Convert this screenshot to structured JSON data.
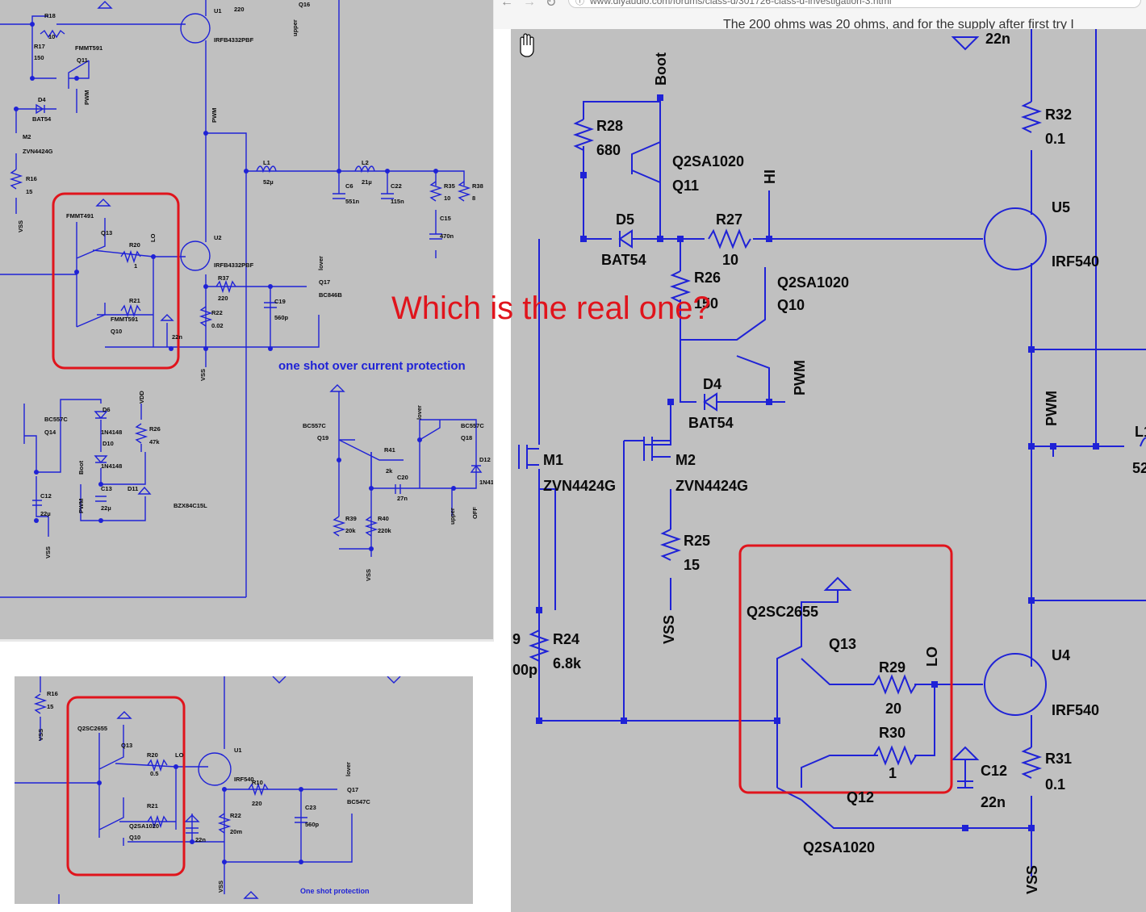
{
  "browser": {
    "url": "www.diyaudio.com/forums/class-d/301726-class-d-investigation-3.html",
    "page_text": "The 200 ohms was 20 ohms, and for the supply after first try I"
  },
  "question": "Which is the real one?",
  "colors": {
    "wire": "#1f22d6",
    "highlight": "#e0141c",
    "canvas": "#c0c0c0"
  },
  "top_left": {
    "labels": {
      "r18": "R18",
      "r18v": "10",
      "r17": "R17",
      "r17v": "150",
      "fmmt591a": "FMMT591",
      "q11": "Q11",
      "pwm_a": "PWM",
      "d4": "D4",
      "bat54": "BAT54",
      "m2": "M2",
      "zvn": "ZVN4424G",
      "r16": "R16",
      "r16v": "15",
      "vss_a": "VSS",
      "u1": "U1",
      "irfb_a": "IRFB4332PBF",
      "r220": "220",
      "q16": "Q16",
      "upper_a": "upper",
      "pwm_b": "PWM",
      "l1": "L1",
      "l1v": "52µ",
      "l2": "L2",
      "l2v": "21µ",
      "c6": "C6",
      "c6v": "551n",
      "c22": "C22",
      "c22v": "115n",
      "r35": "R35",
      "r35v": "10",
      "r38": "R38",
      "r38v": "8",
      "c15": "C15",
      "c15v": "470n",
      "fmmt491": "FMMT491",
      "q13": "Q13",
      "r20": "R20",
      "r20v": "1",
      "lo": "LO",
      "r21": "R21",
      "fmmt591b": "FMMT591",
      "q10": "Q10",
      "c9v": "22n",
      "u2": "U2",
      "irfb_b": "IRFB4332PBF",
      "r37": "R37",
      "r37v": "220",
      "r22": "R22",
      "r22v": "0.02",
      "c19": "C19",
      "c19v": "560p",
      "q17": "Q17",
      "bc846b": "BC846B",
      "lover_a": "lover",
      "vss_b": "VSS",
      "osocp": "one shot over current protection",
      "bc557c_a": "BC557C",
      "q14": "Q14",
      "d6": "D6",
      "n4148a": "1N4148",
      "d10": "D10",
      "n4148b": "1N4148",
      "boot_a": "Boot",
      "c13": "C13",
      "c13v": "22µ",
      "d11": "D11",
      "vdd": "VDD",
      "r26": "R26",
      "r26v": "47k",
      "bzx": "BZX84C15L",
      "c12": "C12",
      "c12v": "22µ",
      "vss_c": "VSS",
      "pwm_c": "PWM",
      "bc557c_b": "BC557C",
      "q19": "Q19",
      "r41": "R41",
      "r41v": "2k",
      "c20": "C20",
      "c20v": "27n",
      "lover_b": "lover",
      "bc557c_c": "BC557C",
      "q18": "Q18",
      "d12": "D12",
      "n41": "1N41",
      "r39": "R39",
      "r39v": "20k",
      "r40": "R40",
      "r40v": "220k",
      "vss_d": "VSS",
      "upper_b": "upper",
      "off": "OFF"
    }
  },
  "bottom_left": {
    "labels": {
      "r16": "R16",
      "r16v": "15",
      "vss_a": "VSS",
      "q2sc2655": "Q2SC2655",
      "q13": "Q13",
      "r20": "R20",
      "r20v": "0.5",
      "lo": "LO",
      "u1": "U1",
      "irf540": "IRF540",
      "r10": "R10",
      "r10v": "220",
      "r21": "R21",
      "q2sa1020": "Q2SA1020",
      "q10": "Q10",
      "c9v": "22n",
      "r22": "R22",
      "r22v": "20m",
      "c23": "C23",
      "c23v": "560p",
      "q17": "Q17",
      "bc547c": "BC547C",
      "lover": "lover",
      "vss_b": "VSS",
      "osp": "One shot protection"
    }
  },
  "right": {
    "labels": {
      "c22n_top": "22n",
      "boot": "Boot",
      "r28": "R28",
      "r28v": "680",
      "q2sa1020_a": "Q2SA1020",
      "q11": "Q11",
      "hi": "HI",
      "d5": "D5",
      "bat54_a": "BAT54",
      "r27": "R27",
      "r27v": "10",
      "r26": "R26",
      "r26v": "150",
      "q2sa1020_b": "Q2SA1020",
      "q10": "Q10",
      "d4": "D4",
      "bat54_b": "BAT54",
      "pwm_a": "PWM",
      "m1": "M1",
      "zvn_a": "ZVN4424G",
      "m2": "M2",
      "zvn_b": "ZVN4424G",
      "r25": "R25",
      "r25v": "15",
      "vss_a": "VSS",
      "c9": "9",
      "c9v": "00p",
      "r24": "R24",
      "r24v": "6.8k",
      "r32": "R32",
      "r32v": "0.1",
      "u5": "U5",
      "irf540_a": "IRF540",
      "pwm_b": "PWM",
      "l1": "L1",
      "l1v": "52",
      "q2sc2655": "Q2SC2655",
      "q13": "Q13",
      "r29": "R29",
      "r29v": "20",
      "lo": "LO",
      "u4": "U4",
      "irf540_b": "IRF540",
      "r30": "R30",
      "r30v": "1",
      "q12": "Q12",
      "c12": "C12",
      "c12v": "22n",
      "r31": "R31",
      "r31v": "0.1",
      "q2sa1020_c": "Q2SA1020",
      "vss_b": "VSS"
    }
  }
}
